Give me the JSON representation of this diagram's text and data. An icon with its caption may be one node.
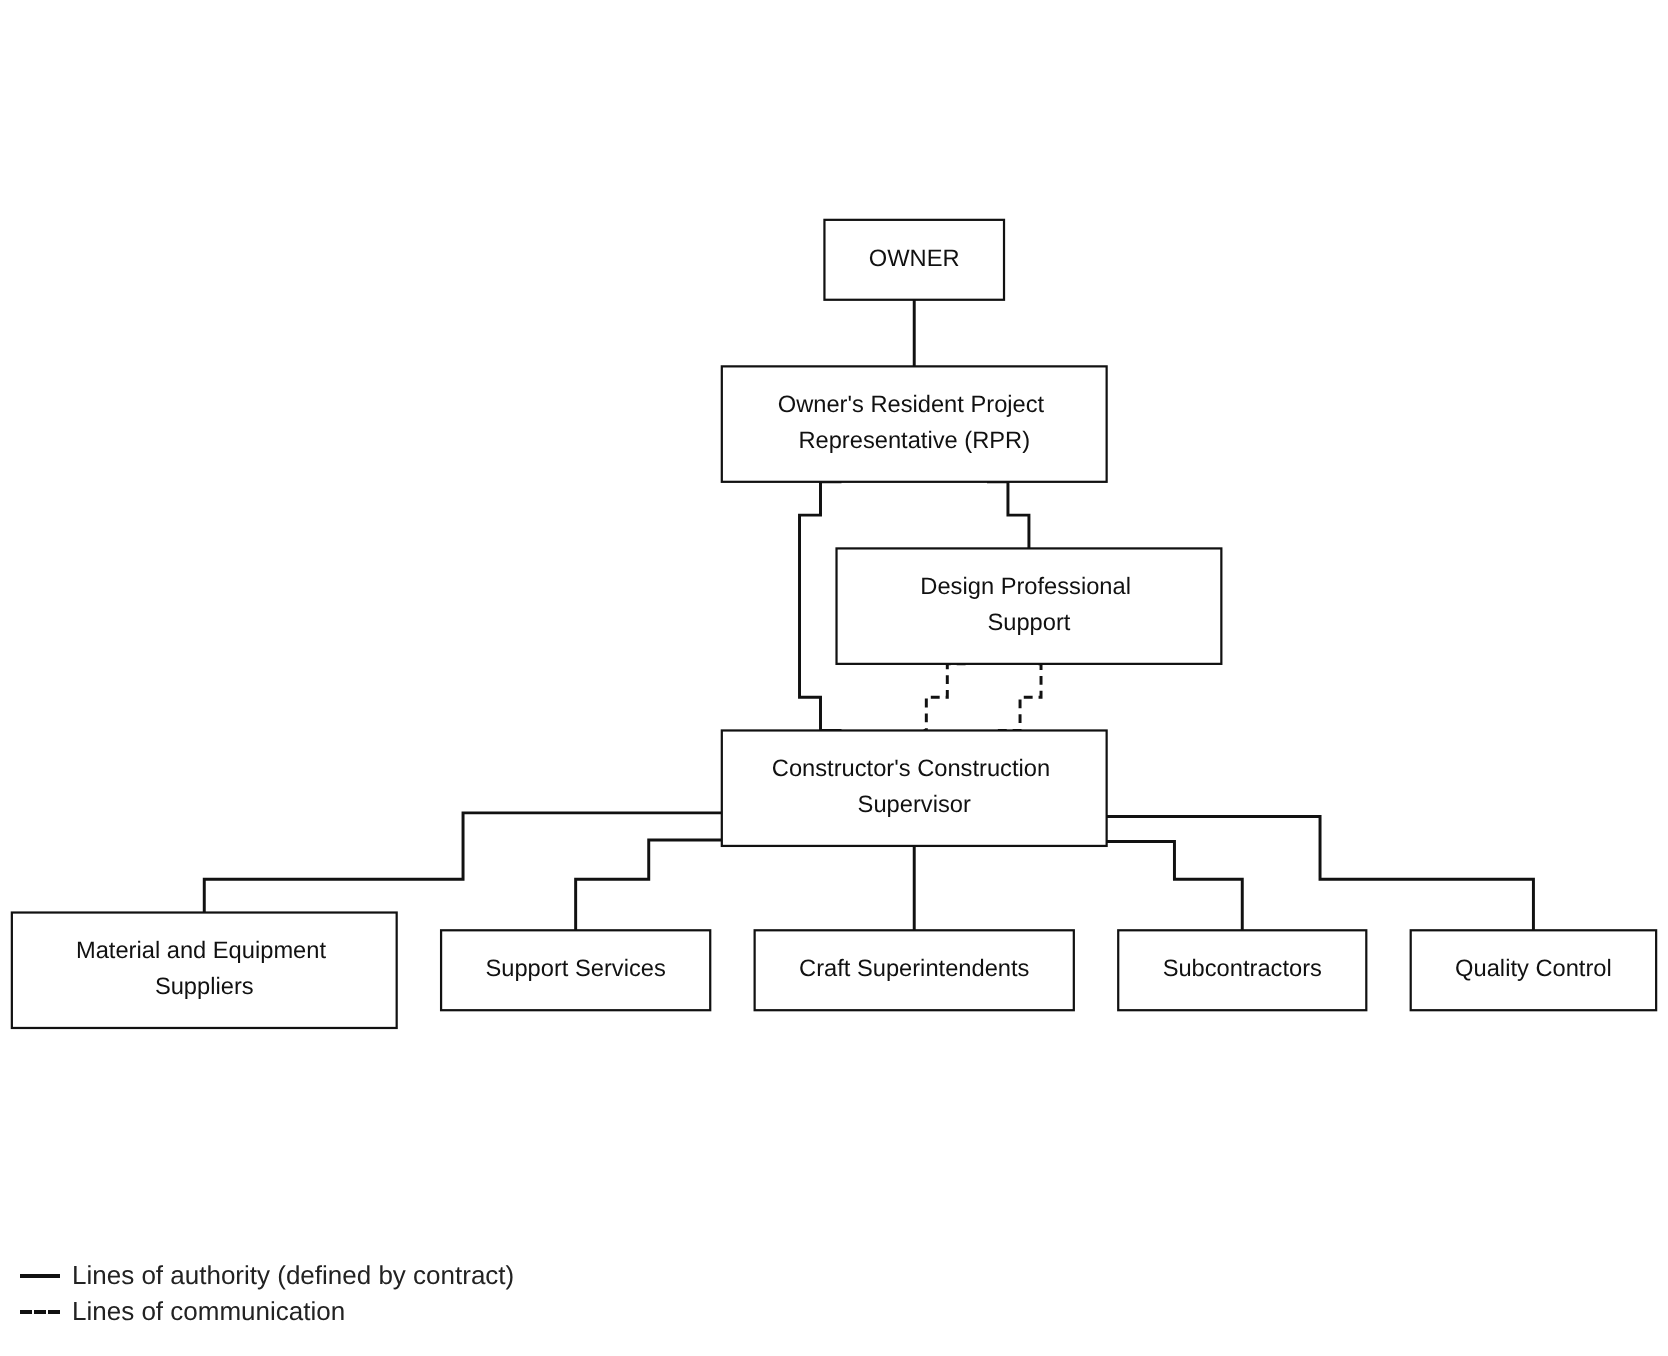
{
  "diagram": {
    "nodes": [
      {
        "text": [
          "OWNER"
        ]
      },
      {
        "text": [
          "Owner's Resident Project Representative (RPR)"
        ]
      },
      {
        "text": [
          "Design Professional Support"
        ]
      },
      {
        "text": [
          "Constructor's Construction Supervisor"
        ]
      },
      {
        "text": [
          "Material and Equipment Suppliers"
        ]
      },
      {
        "text": [
          "Support Services"
        ]
      },
      {
        "text": [
          "Craft Superintendents"
        ]
      },
      {
        "text": [
          "Subcontractors"
        ]
      },
      {
        "text": [
          "Quality Control"
        ]
      }
    ],
    "edges": [
      {
        "from": 0,
        "to": 1,
        "arrow": "none"
      },
      {
        "from": 1,
        "to": 2,
        "arrow": "none"
      },
      {
        "from": 1,
        "to": 3,
        "arrow": "none"
      },
      {
        "from": 2,
        "to": 3,
        "arrow": "none",
        "style": "dashed"
      },
      {
        "from": 2,
        "to": 3,
        "arrow": "none",
        "style": "dashed"
      },
      {
        "from": 3,
        "to": 4,
        "arrow": "none"
      },
      {
        "from": 3,
        "to": 5,
        "arrow": "none"
      },
      {
        "from": 3,
        "to": 6,
        "arrow": "none"
      },
      {
        "from": 3,
        "to": 7,
        "arrow": "none"
      },
      {
        "from": 3,
        "to": 8,
        "arrow": "none"
      }
    ],
    "legend": [
      {
        "text": "Lines of authority (defined by contract)"
      },
      {
        "text": "Lines of communication"
      }
    ]
  }
}
